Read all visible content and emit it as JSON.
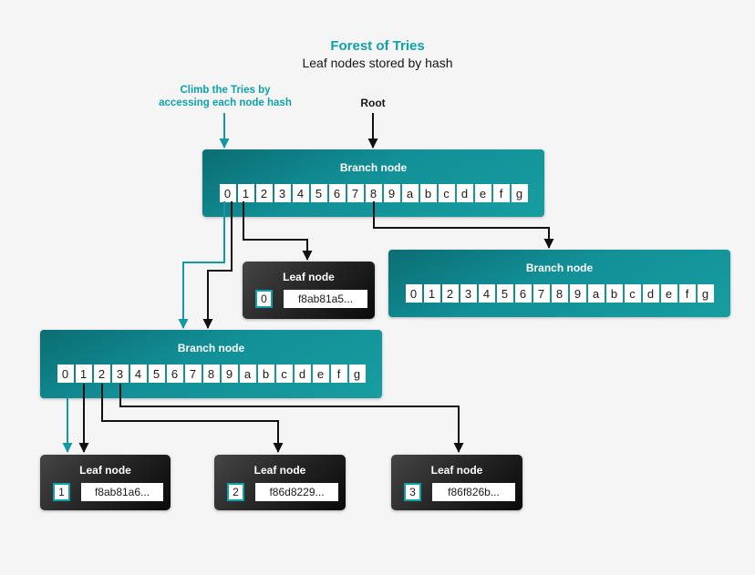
{
  "title": "Forest of Tries",
  "subtitle": "Leaf nodes stored by hash",
  "annotations": {
    "climb_label_line1": "Climb the Tries by",
    "climb_label_line2": "accessing each node hash",
    "root_label": "Root"
  },
  "colors": {
    "accent_teal": "#0ea1a8",
    "background": "#f5f5f5",
    "branch_fill_dark": "#0b6d73",
    "branch_fill_light": "#179da0",
    "leaf_fill_dark": "#0a0a0a",
    "leaf_fill_light": "#454545",
    "arrow_black": "#111111",
    "arrow_teal": "#119aa1"
  },
  "hex_cells": [
    "0",
    "1",
    "2",
    "3",
    "4",
    "5",
    "6",
    "7",
    "8",
    "9",
    "a",
    "b",
    "c",
    "d",
    "e",
    "f",
    "g"
  ],
  "nodes": {
    "branch_root": {
      "title": "Branch node"
    },
    "branch_right": {
      "title": "Branch node"
    },
    "branch_mid": {
      "title": "Branch node"
    },
    "leaf_0": {
      "title": "Leaf node",
      "index": "0",
      "hash": "f8ab81a5..."
    },
    "leaf_1": {
      "title": "Leaf node",
      "index": "1",
      "hash": "f8ab81a6..."
    },
    "leaf_2": {
      "title": "Leaf node",
      "index": "2",
      "hash": "f86d8229..."
    },
    "leaf_3": {
      "title": "Leaf node",
      "index": "3",
      "hash": "f86f826b..."
    }
  }
}
